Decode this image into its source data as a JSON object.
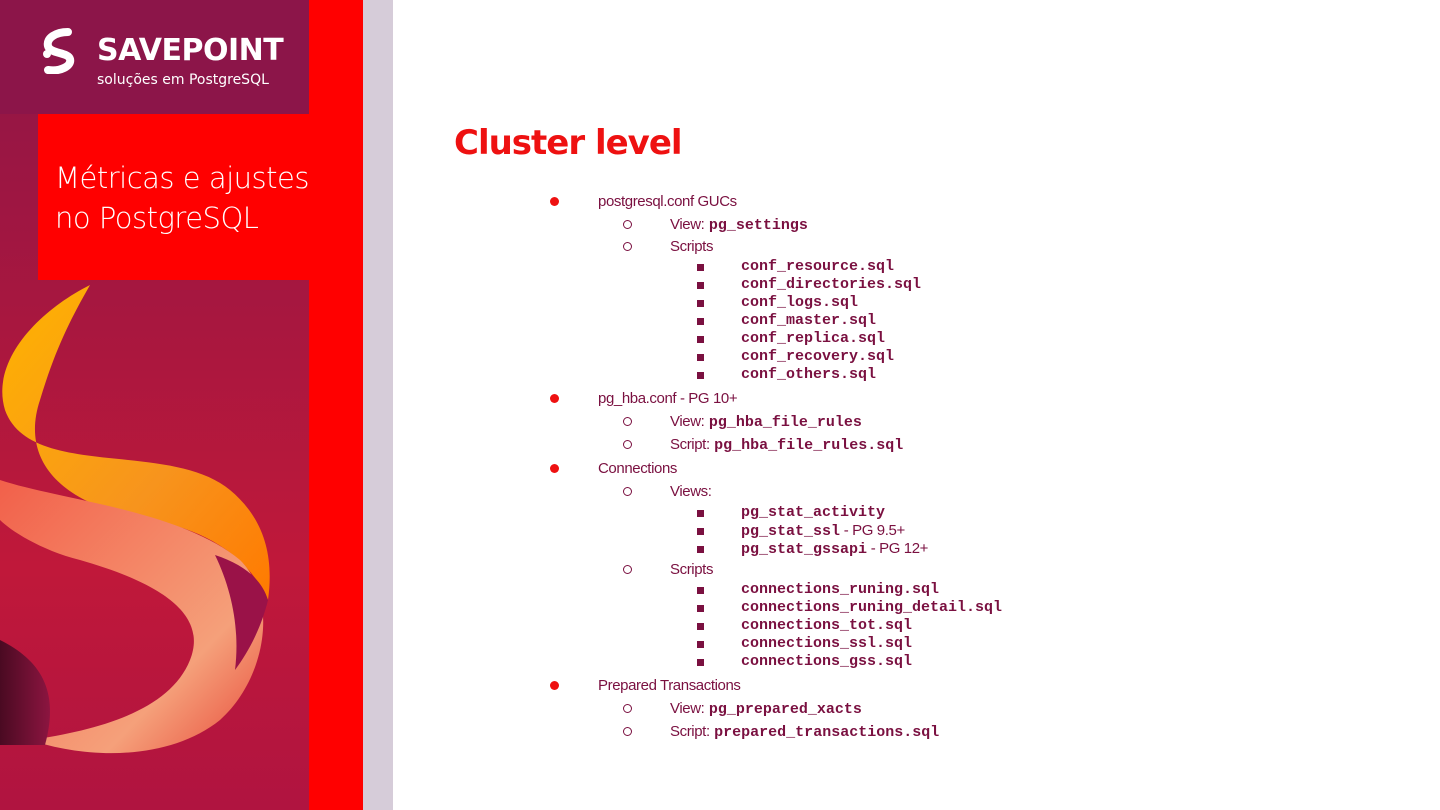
{
  "sidebar": {
    "brand": "SAVEPOINT",
    "tagline": "soluções em PostgreSQL",
    "title_line1": "Métricas e ajustes",
    "title_line2": "no PostgreSQL"
  },
  "main": {
    "heading": "Cluster level",
    "items": [
      {
        "text": "postgresql.conf GUCs"
      },
      {
        "label": "View:",
        "code": "pg_settings"
      },
      {
        "text": "Scripts"
      },
      {
        "code": "conf_resource.sql"
      },
      {
        "code": "conf_directories.sql"
      },
      {
        "code": "conf_logs.sql"
      },
      {
        "code": "conf_master.sql"
      },
      {
        "code": "conf_replica.sql"
      },
      {
        "code": "conf_recovery.sql"
      },
      {
        "code": "conf_others.sql"
      },
      {
        "text": "pg_hba.conf - PG 10+"
      },
      {
        "label": "View:",
        "code": "pg_hba_file_rules"
      },
      {
        "label": "Script:",
        "code": "pg_hba_file_rules.sql"
      },
      {
        "text": "Connections"
      },
      {
        "text": "Views:"
      },
      {
        "code": "pg_stat_activity"
      },
      {
        "code": "pg_stat_ssl",
        "suffix": " - PG 9.5+"
      },
      {
        "code": "pg_stat_gssapi",
        "suffix": " - PG 12+"
      },
      {
        "text": "Scripts"
      },
      {
        "code": "connections_runing.sql"
      },
      {
        "code": "connections_runing_detail.sql"
      },
      {
        "code": "connections_tot.sql"
      },
      {
        "code": "connections_ssl.sql"
      },
      {
        "code": "connections_gss.sql"
      },
      {
        "text": "Prepared Transactions"
      },
      {
        "label": "View:",
        "code": "pg_prepared_xacts"
      },
      {
        "label": "Script:",
        "code": "prepared_transactions.sql"
      }
    ]
  },
  "colors": {
    "accent_red": "#ee1111",
    "text_maroon": "#7a1040",
    "panel_maroon": "#8c1549"
  }
}
